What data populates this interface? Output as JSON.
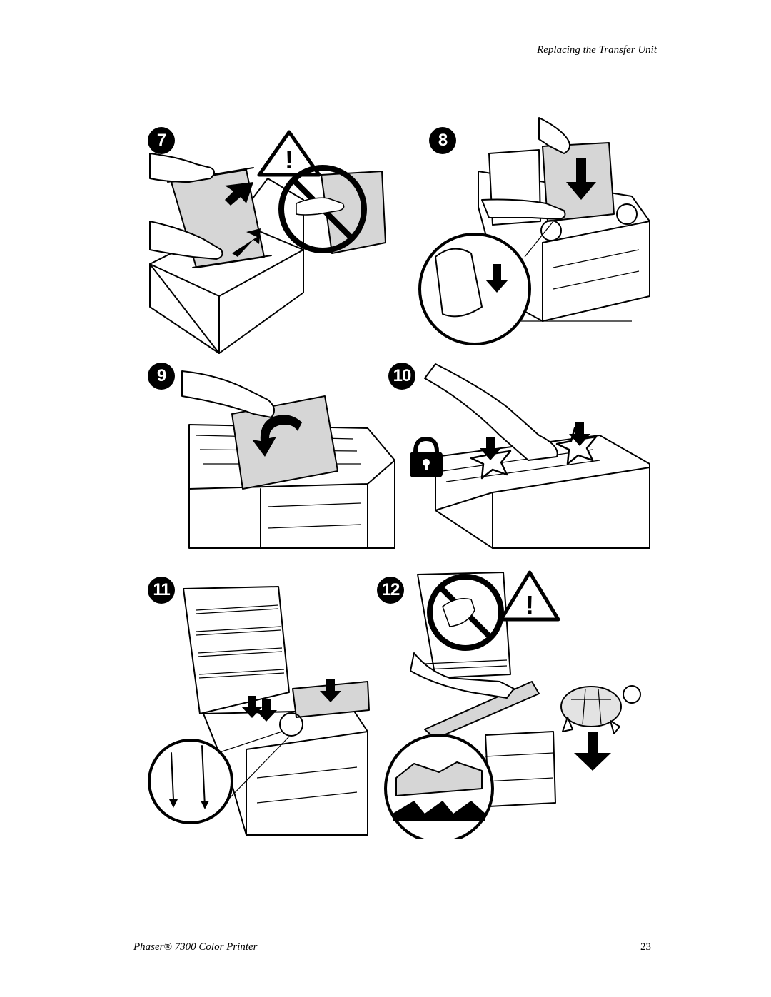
{
  "header": {
    "section_title": "Replacing the Transfer Unit"
  },
  "footer": {
    "product_name": "Phaser® 7300 Color Printer",
    "page_number": "23"
  },
  "steps": [
    {
      "number": "7",
      "icons": [
        "warning-icon",
        "no-touch-icon"
      ]
    },
    {
      "number": "8",
      "icons": [
        "down-arrow-icon"
      ]
    },
    {
      "number": "9",
      "icons": [
        "curved-arrow-icon"
      ]
    },
    {
      "number": "10",
      "icons": [
        "lock-icon"
      ]
    },
    {
      "number": "11",
      "icons": [
        "down-arrow-icon"
      ]
    },
    {
      "number": "12",
      "icons": [
        "no-touch-icon",
        "warning-icon",
        "turtle-icon"
      ]
    }
  ],
  "warning_symbol": "!",
  "colors": {
    "ink": "#000000",
    "panel_gray": "#d6d6d6",
    "paper": "#ffffff"
  }
}
